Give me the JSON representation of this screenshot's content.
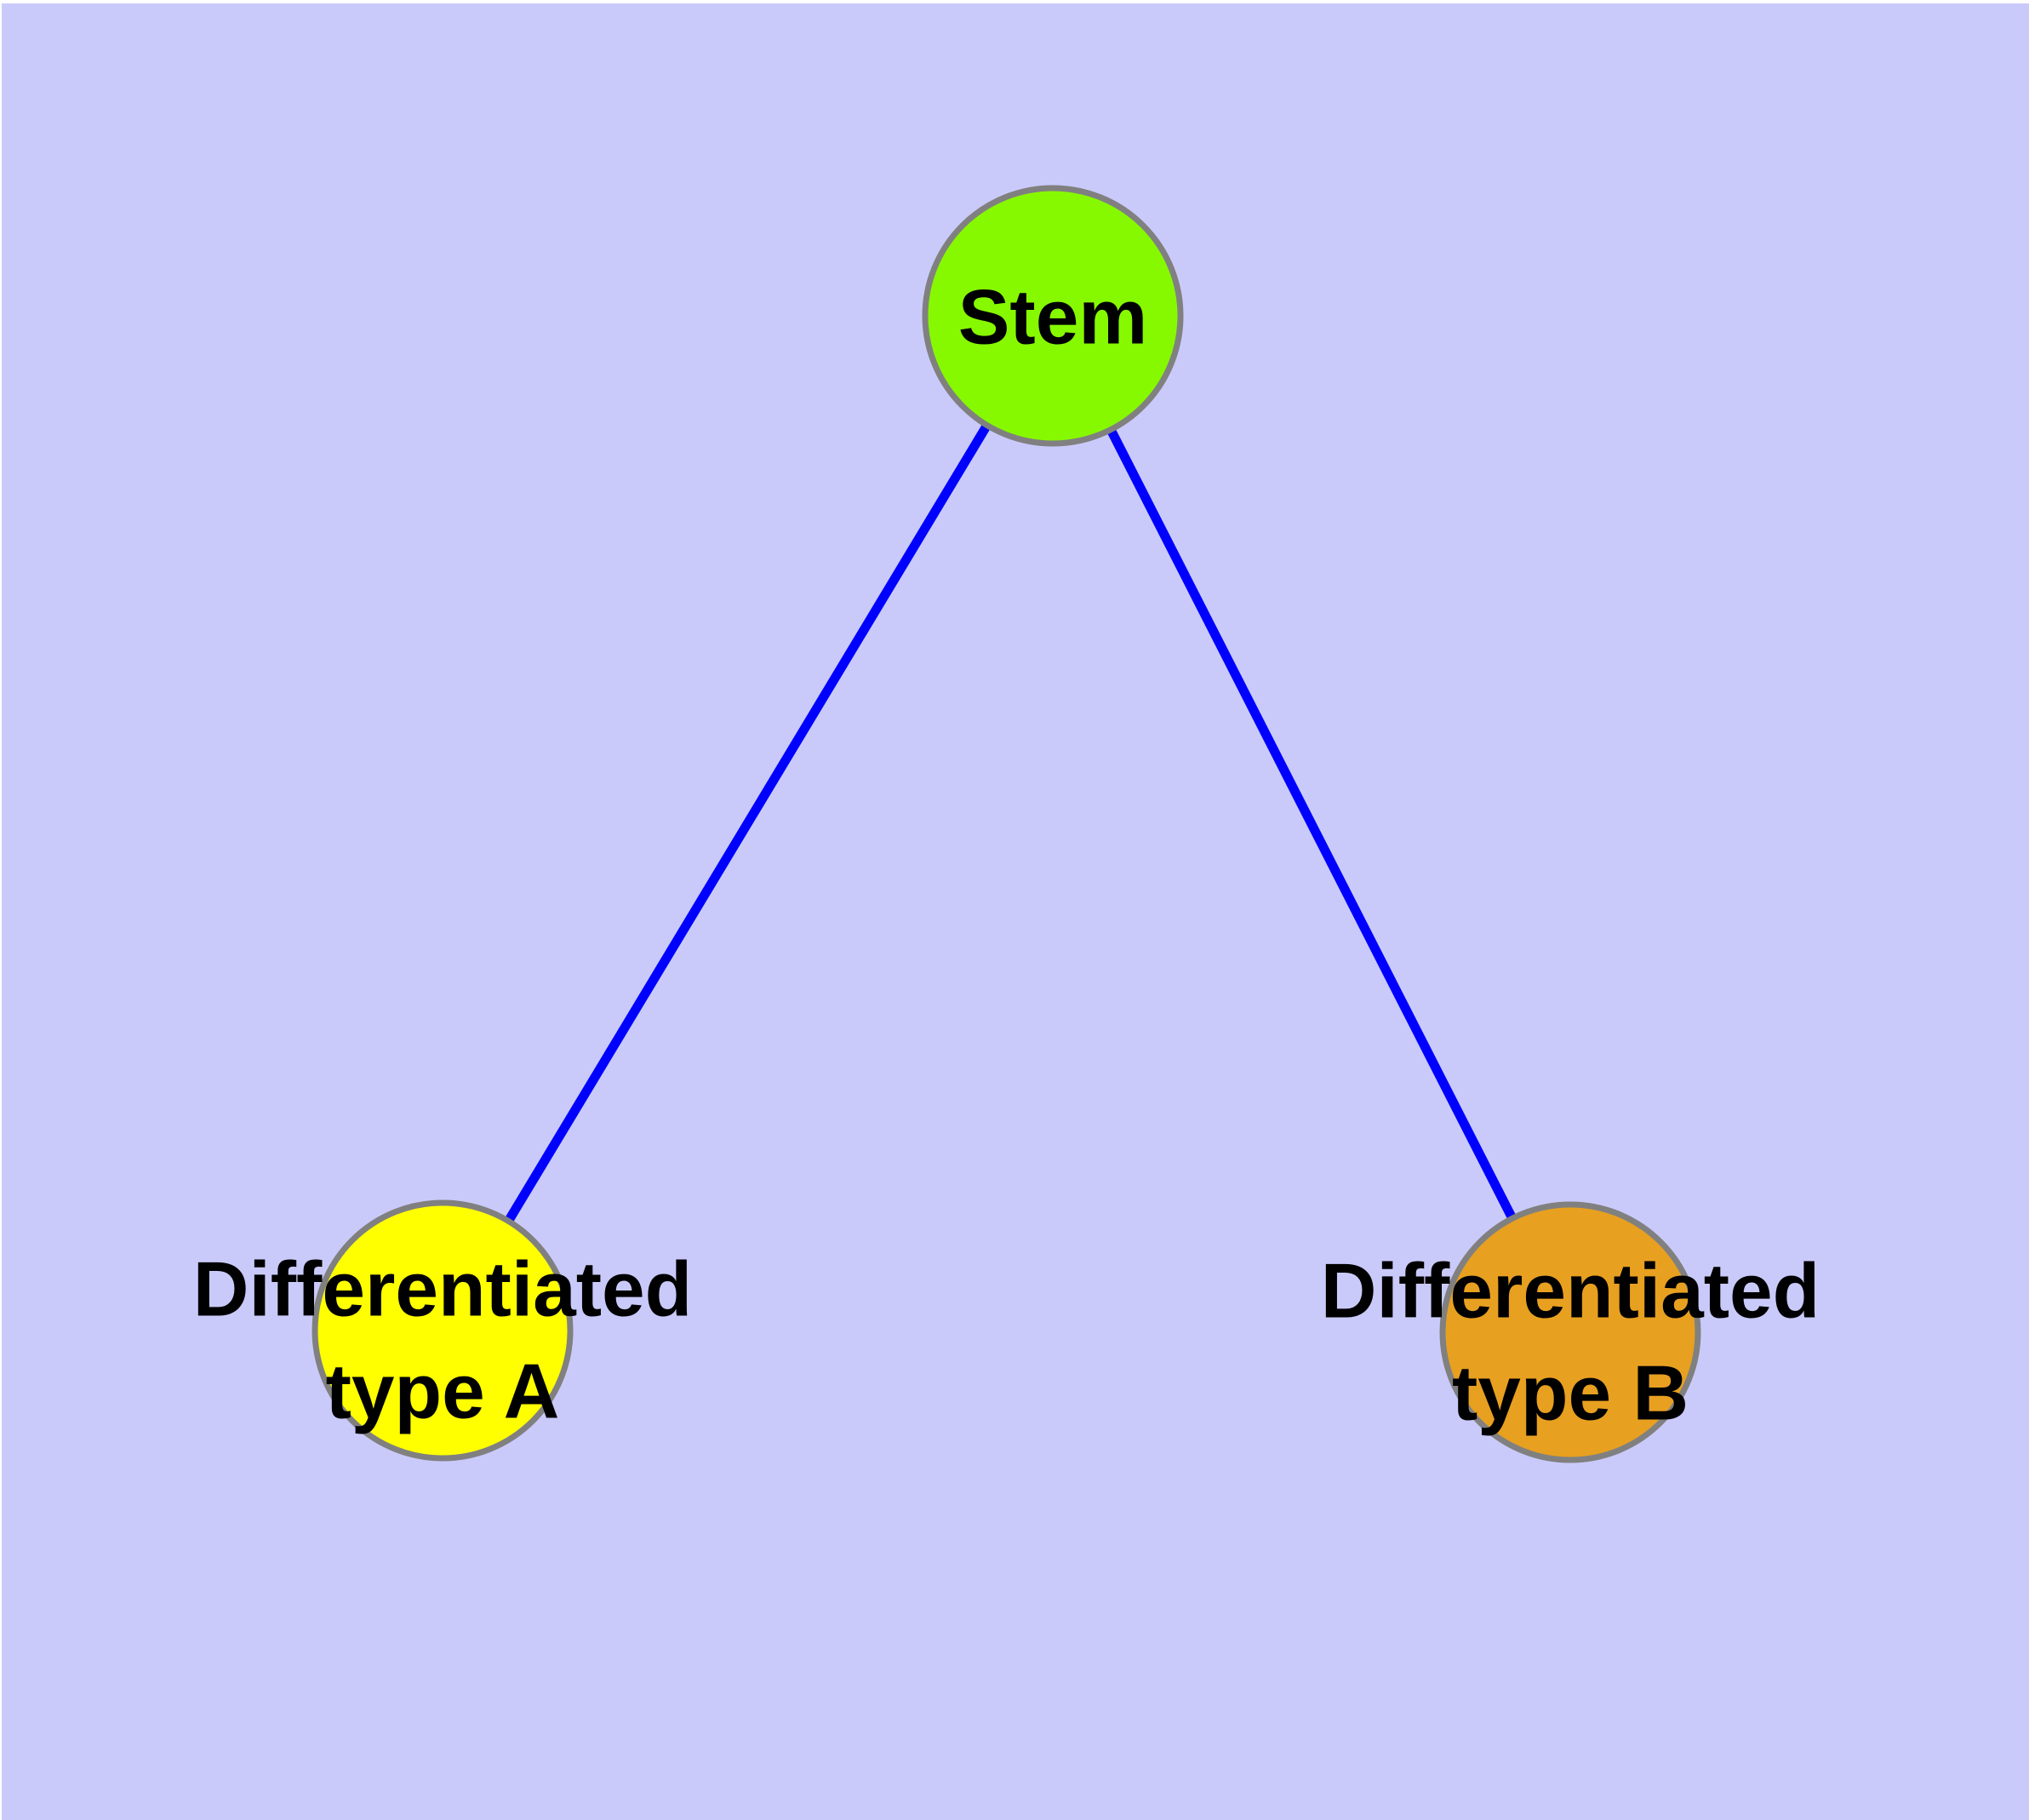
{
  "diagram": {
    "title": "",
    "background_color": "#CACAFA",
    "margin_color": "#FFFFFF",
    "edge_color": "#0000FF",
    "node_border_color": "#808080",
    "label_color": "#000000",
    "nodes": [
      {
        "id": "stem",
        "label": "Stem",
        "label_lines": [
          "Stem"
        ],
        "fill": "#86F900"
      },
      {
        "id": "differentiated-type-a",
        "label": "Differentiated type A",
        "label_lines": [
          "Differentiated",
          "type A"
        ],
        "fill": "#FFFF00"
      },
      {
        "id": "differentiated-type-b",
        "label": "Differentiated type B",
        "label_lines": [
          "Differentiated",
          "type B"
        ],
        "fill": "#E8A020"
      }
    ],
    "edges": [
      {
        "from": "Stem",
        "to": "Differentiated type A"
      },
      {
        "from": "Stem",
        "to": "Differentiated type B"
      }
    ]
  }
}
